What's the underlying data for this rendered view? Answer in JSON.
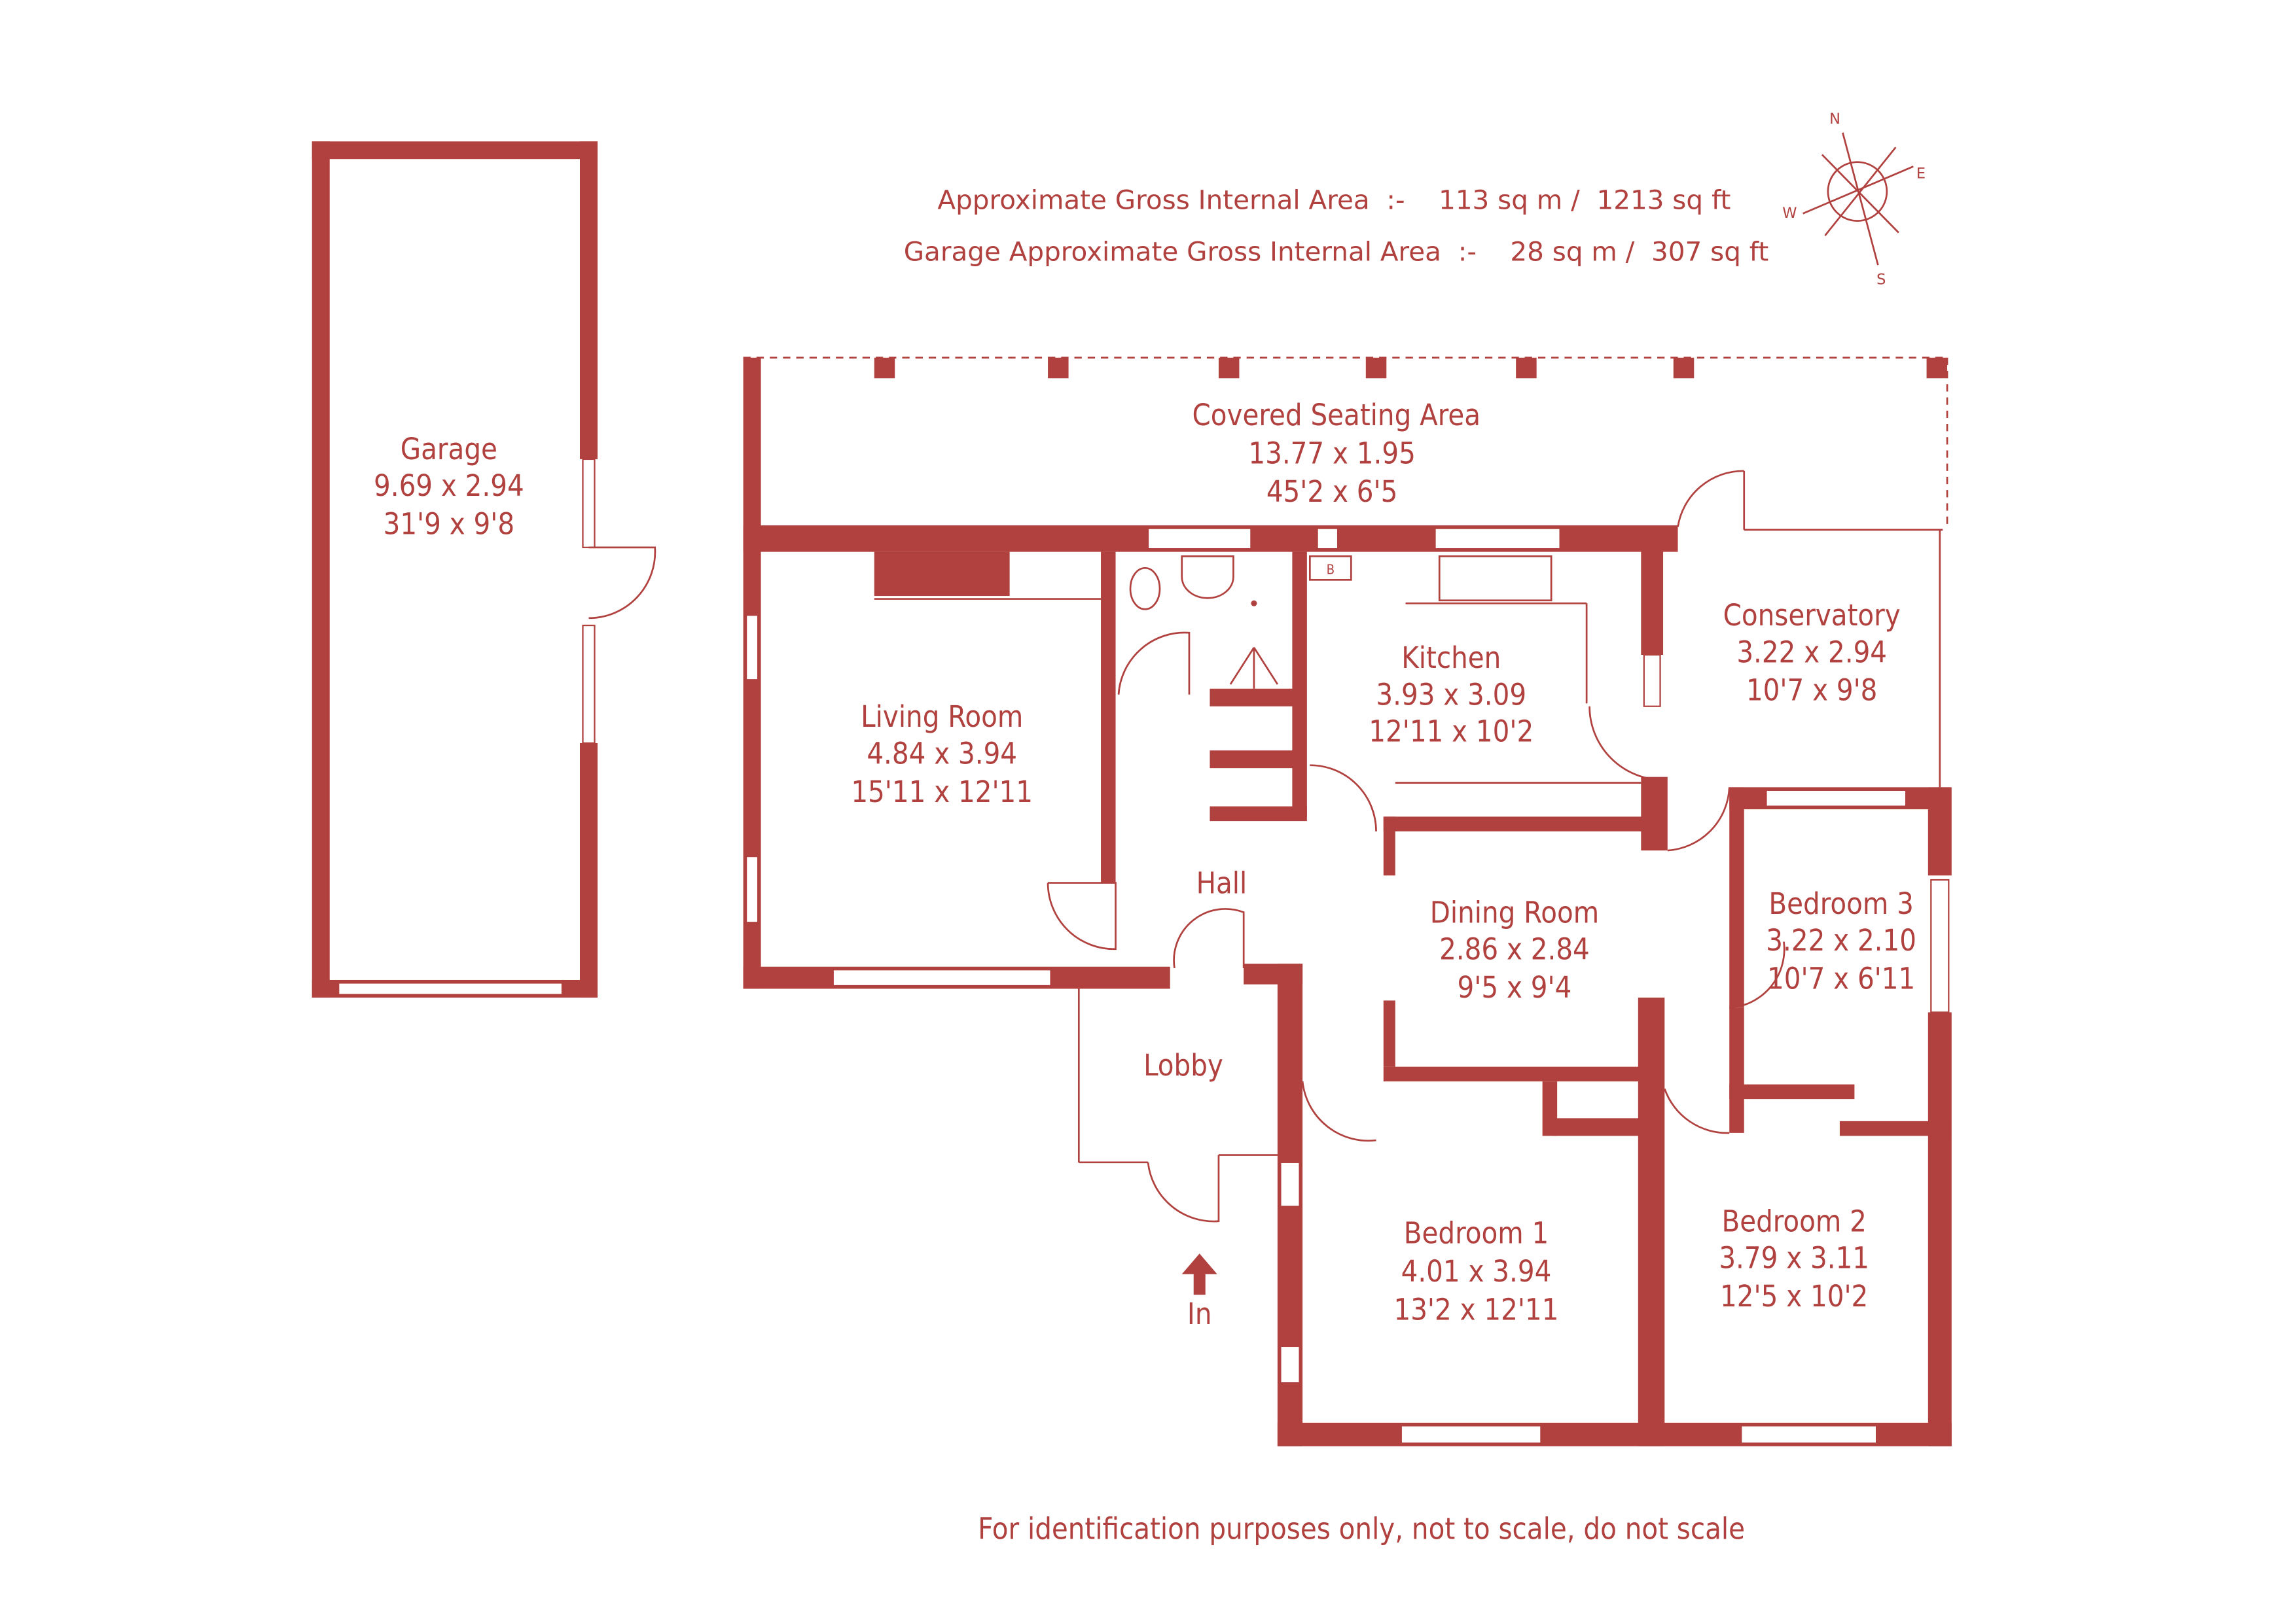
{
  "header": {
    "area_line_1": "Approximate Gross Internal Area  :-    113 sq m /  1213 sq ft",
    "area_line_2": "Garage Approximate Gross Internal Area  :-    28 sq m /  307 sq ft"
  },
  "compass": {
    "n": "N",
    "e": "E",
    "s": "S",
    "w": "W"
  },
  "rooms": {
    "garage": {
      "name": "Garage",
      "metric": "9.69 x 2.94",
      "imperial": "31'9 x 9'8"
    },
    "covered": {
      "name": "Covered Seating Area",
      "metric": "13.77 x 1.95",
      "imperial": "45'2 x 6'5"
    },
    "living": {
      "name": "Living Room",
      "metric": "4.84 x 3.94",
      "imperial": "15'11 x 12'11"
    },
    "kitchen": {
      "name": "Kitchen",
      "metric": "3.93 x 3.09",
      "imperial": "12'11 x 10'2"
    },
    "conservatory": {
      "name": "Conservatory",
      "metric": "3.22 x 2.94",
      "imperial": "10'7 x 9'8"
    },
    "hall": {
      "name": "Hall"
    },
    "dining": {
      "name": "Dining Room",
      "metric": "2.86 x 2.84",
      "imperial": "9'5 x 9'4"
    },
    "bedroom3": {
      "name": "Bedroom 3",
      "metric": "3.22 x 2.10",
      "imperial": "10'7 x 6'11"
    },
    "lobby": {
      "name": "Lobby"
    },
    "bedroom1": {
      "name": "Bedroom 1",
      "metric": "4.01 x 3.94",
      "imperial": "13'2 x 12'11"
    },
    "bedroom2": {
      "name": "Bedroom 2",
      "metric": "3.79 x 3.11",
      "imperial": "12'5 x 10'2"
    }
  },
  "boiler_label": "B",
  "entrance_label": "In",
  "footer": "For identification purposes only, not to scale, do not scale",
  "colors": {
    "plan": "#B0413E",
    "background": "#FFFFFF"
  }
}
